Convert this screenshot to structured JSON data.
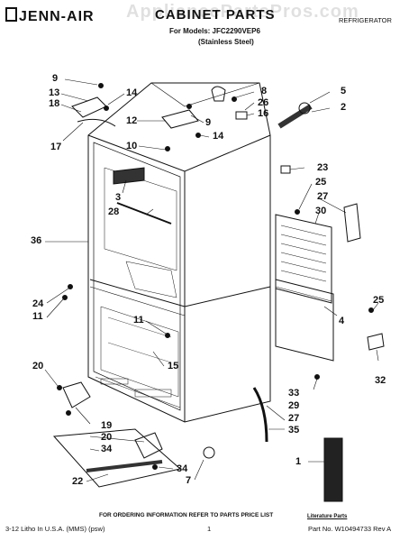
{
  "header": {
    "brand": "JENN-AIR",
    "title": "CABINET PARTS",
    "models_line": "For Models: JFC2290VEP6",
    "finish_line": "(Stainless Steel)",
    "category": "REFRIGERATOR",
    "watermark": "AppliancePartsPros.com"
  },
  "callouts": [
    {
      "id": "c9a",
      "label": "9"
    },
    {
      "id": "c13",
      "label": "13"
    },
    {
      "id": "c14a",
      "label": "14"
    },
    {
      "id": "c18",
      "label": "18"
    },
    {
      "id": "c17",
      "label": "17"
    },
    {
      "id": "c12",
      "label": "12"
    },
    {
      "id": "c9b",
      "label": "9"
    },
    {
      "id": "c8",
      "label": "8"
    },
    {
      "id": "c26",
      "label": "26"
    },
    {
      "id": "c16",
      "label": "16"
    },
    {
      "id": "c5",
      "label": "5"
    },
    {
      "id": "c2",
      "label": "2"
    },
    {
      "id": "c10",
      "label": "10"
    },
    {
      "id": "c14b",
      "label": "14"
    },
    {
      "id": "c23",
      "label": "23"
    },
    {
      "id": "c25a",
      "label": "25"
    },
    {
      "id": "c27a",
      "label": "27"
    },
    {
      "id": "c30",
      "label": "30"
    },
    {
      "id": "c3",
      "label": "3"
    },
    {
      "id": "c28",
      "label": "28"
    },
    {
      "id": "c36",
      "label": "36"
    },
    {
      "id": "c24",
      "label": "24"
    },
    {
      "id": "c11a",
      "label": "11"
    },
    {
      "id": "c11b",
      "label": "11"
    },
    {
      "id": "c4",
      "label": "4"
    },
    {
      "id": "c25b",
      "label": "25"
    },
    {
      "id": "c15",
      "label": "15"
    },
    {
      "id": "c20a",
      "label": "20"
    },
    {
      "id": "c32",
      "label": "32"
    },
    {
      "id": "c33",
      "label": "33"
    },
    {
      "id": "c29",
      "label": "29"
    },
    {
      "id": "c19",
      "label": "19"
    },
    {
      "id": "c20b",
      "label": "20"
    },
    {
      "id": "c34a",
      "label": "34"
    },
    {
      "id": "c27b",
      "label": "27"
    },
    {
      "id": "c35",
      "label": "35"
    },
    {
      "id": "c34b",
      "label": "34"
    },
    {
      "id": "c22",
      "label": "22"
    },
    {
      "id": "c7",
      "label": "7"
    },
    {
      "id": "c1",
      "label": "1"
    }
  ],
  "literature_label": "Literature Parts",
  "footer": {
    "order_note": "FOR ORDERING INFORMATION REFER TO PARTS PRICE LIST",
    "litho": "3-12 Litho In U.S.A. (MMS) (psw)",
    "page": "1",
    "part_no": "Part No. W10494733 Rev A"
  }
}
